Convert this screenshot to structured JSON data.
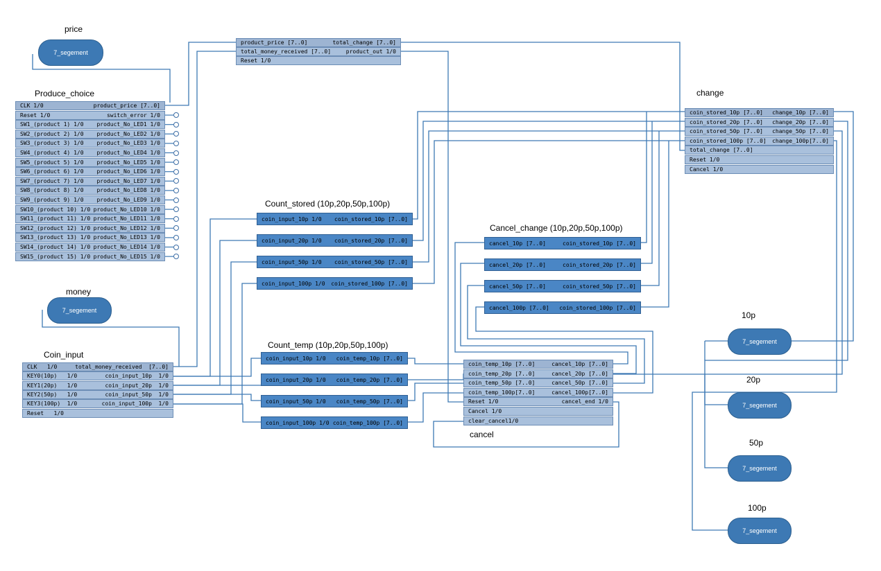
{
  "labels": {
    "price": "price",
    "produce_choice": "Produce_choice",
    "money": "money",
    "coin_input": "Coin_input",
    "count_stored": "Count_stored (10p,20p,50p,100p)",
    "count_temp": "Count_temp (10p,20p,50p,100p)",
    "cancel_change": "Cancel_change (10p,20p,50p,100p)",
    "change": "change",
    "cancel": "cancel",
    "p10": "10p",
    "p20": "20p",
    "p50": "50p",
    "p100": "100p"
  },
  "seven_segment_label": "7_segement",
  "blocks": {
    "top_module": {
      "rows": [
        [
          "product_price [7..0]",
          "total_change [7..0]"
        ],
        [
          "total_money_received [7..0]",
          "product_out 1/0"
        ],
        [
          "Reset 1/0",
          ""
        ]
      ]
    },
    "produce_choice": {
      "rows": [
        [
          "CLK 1/0",
          "product_price [7..0]"
        ],
        [
          "Reset 1/0",
          "switch_error 1/0"
        ],
        [
          "SW1_(product 1) 1/0",
          "product_No_LED1 1/0"
        ],
        [
          "SW2_(product 2) 1/0",
          "product_No_LED2 1/0"
        ],
        [
          "SW3_(product 3) 1/0",
          "product_No_LED3 1/0"
        ],
        [
          "SW4_(product 4) 1/0",
          "product_No_LED4 1/0"
        ],
        [
          "SW5_(product 5) 1/0",
          "product_No_LED5 1/0"
        ],
        [
          "SW6_(product 6) 1/0",
          "product_No_LED6 1/0"
        ],
        [
          "SW7_(product 7) 1/0",
          "product_No_LED7 1/0"
        ],
        [
          "SW8_(product 8) 1/0",
          "product_No_LED8 1/0"
        ],
        [
          "SW9_(product 9) 1/0",
          "product_No_LED9 1/0"
        ],
        [
          "SW10_(product 10) 1/0",
          "product_No_LED10 1/0"
        ],
        [
          "SW11_(product 11) 1/0",
          "product_No_LED11 1/0"
        ],
        [
          "SW12_(product 12) 1/0",
          "product_No_LED12 1/0"
        ],
        [
          "SW13_(product 13) 1/0",
          "product_No_LED13 1/0"
        ],
        [
          "SW14_(product 14) 1/0",
          "product_No_LED14 1/0"
        ],
        [
          "SW15_(product 15) 1/0",
          "product_No_LED15 1/0"
        ]
      ]
    },
    "coin_input": {
      "rows": [
        [
          "CLK   1/0",
          "total_money_received  [7..0]"
        ],
        [
          "KEY0(10p)   1/0",
          "coin_input_10p  1/0"
        ],
        [
          "KEY1(20p)   1/0",
          "coin_input_20p  1/0"
        ],
        [
          "KEY2(50p)   1/0",
          "coin_input_50p  1/0"
        ],
        [
          "KEY3(100p)  1/0",
          "coin_input_100p  1/0"
        ],
        [
          "Reset   1/0",
          ""
        ]
      ]
    },
    "count_stored": {
      "rows": [
        [
          "coin_input_10p 1/0",
          "coin_stored_10p [7..0]"
        ],
        [
          "coin_input_20p 1/0",
          "coin_stored_20p [7..0]"
        ],
        [
          "coin_input_50p 1/0",
          "coin_stored_50p [7..0]"
        ],
        [
          "coin_input_100p 1/0",
          "coin_stored_100p [7..0]"
        ]
      ]
    },
    "count_temp": {
      "rows": [
        [
          "coin_input_10p 1/0",
          "coin_temp_10p [7..0]"
        ],
        [
          "coin_input_20p 1/0",
          "coin_temp_20p [7..0]"
        ],
        [
          "coin_input_50p 1/0",
          "coin_temp_50p [7..0]"
        ],
        [
          "coin_input_100p 1/0",
          "coin_temp_100p [7..0]"
        ]
      ]
    },
    "cancel_change": {
      "rows": [
        [
          "cancel_10p [7..0]",
          "coin_stored_10p [7..0]"
        ],
        [
          "cancel_20p [7..0]",
          "coin_stored_20p [7..0]"
        ],
        [
          "cancel_50p [7..0]",
          "coin_stored_50p [7..0]"
        ],
        [
          "cancel_100p [7..0]",
          "coin_stored_100p [7..0]"
        ]
      ]
    },
    "cancel": {
      "rows": [
        [
          "coin_temp_10p [7..0]",
          "cancel_10p [7..0]"
        ],
        [
          "coin_temp_20p [7..0]",
          "cancel_20p [7..0]"
        ],
        [
          "coin_temp_50p [7..0]",
          "cancel_50p [7..0]"
        ],
        [
          "coin_temp_100p[7..0]",
          "cancel_100p[7..0]"
        ],
        [
          "Reset 1/0",
          "cancel_end 1/0"
        ],
        [
          "Cancel 1/0",
          ""
        ],
        [
          "clear_cancel1/0",
          ""
        ]
      ]
    },
    "change": {
      "rows": [
        [
          "coin_stored_10p [7..0]",
          "change_10p [7..0]"
        ],
        [
          "coin_stored_20p [7..0]",
          "change_20p [7..0]"
        ],
        [
          "coin_stored_50p [7..0]",
          "change_50p [7..0]"
        ],
        [
          "coin_stored_100p [7..0]",
          "change_100p[7..0]"
        ],
        [
          "total_change [7..0]",
          ""
        ],
        [
          "Reset 1/0",
          ""
        ],
        [
          "Cancel 1/0",
          ""
        ]
      ]
    }
  }
}
